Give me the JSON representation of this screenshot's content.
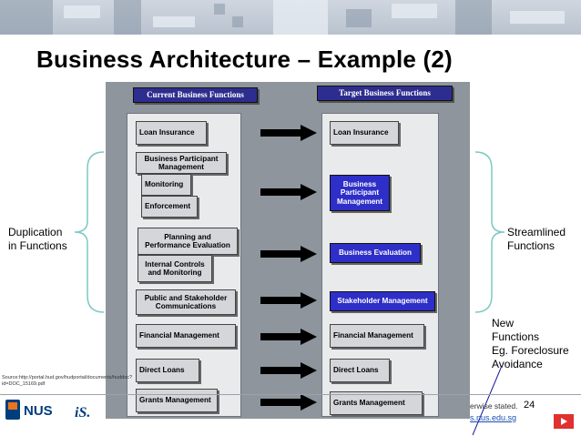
{
  "title": "Business Architecture – Example (2)",
  "diagram": {
    "current_header": "Current Business Functions",
    "target_header": "Target Business Functions",
    "current_items": [
      "Loan Insurance",
      "Business Participant Management",
      "Monitoring",
      "Enforcement",
      "Planning and Performance Evaluation",
      "Internal Controls and Monitoring",
      "Public and Stakeholder Communications",
      "Financial Management",
      "Direct Loans",
      "Grants Management"
    ],
    "target_items": [
      "Loan Insurance",
      "Business Participant Management",
      "Business Evaluation",
      "Stakeholder Management",
      "Financial Management",
      "Direct Loans",
      "Grants Management"
    ]
  },
  "labels": {
    "duplication": [
      "Duplication",
      "in Functions"
    ],
    "streamlined": [
      "Streamlined",
      "Functions"
    ],
    "new_functions": [
      "New",
      "Functions",
      "Eg. Foreclosure",
      "Avoidance"
    ]
  },
  "source": "Source:http://portal.hud.gov/hudportal/documents/huddoc?id=DOC_15169.pdf",
  "footer": {
    "logo_nus": "NUS",
    "logo_is": "iS.",
    "rights_text": "erwise stated.",
    "page_number": "24",
    "url": "s.nus.edu.sg"
  },
  "colors": {
    "header_blue": "#2d2d8f",
    "target_blue": "#2e2ec8",
    "brace": "#7cc9c4",
    "nus_orange": "#e8751a",
    "nus_blue": "#003d7c"
  }
}
